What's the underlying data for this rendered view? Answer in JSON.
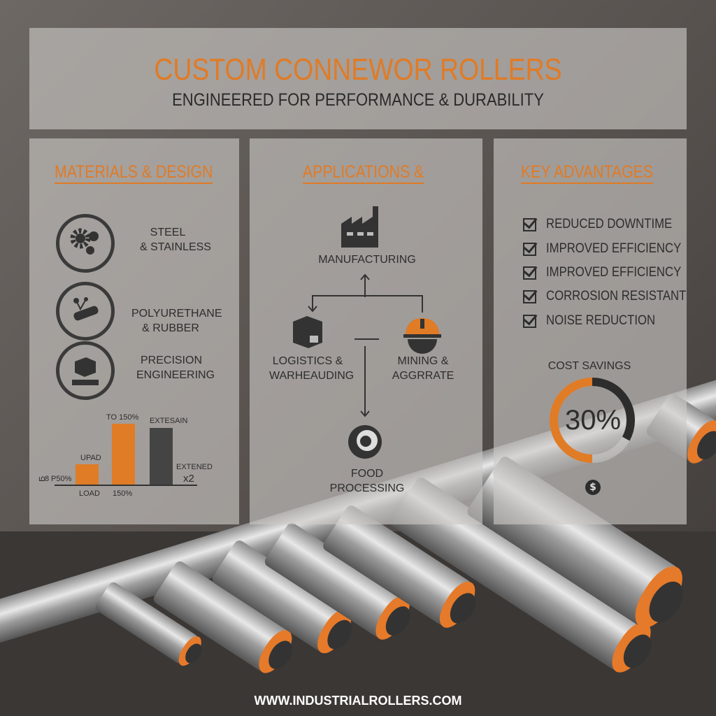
{
  "header": {
    "title": "CUSTOM CONNEWOR ROLLERS",
    "subtitle": "ENGINEERED FOR PERFORMANCE & DURABILITY"
  },
  "materials": {
    "heading": "MATERIALS & DESIGN",
    "items": [
      {
        "icon": "gears-icon",
        "line1": "STEEL",
        "line2": "& STAINLESS"
      },
      {
        "icon": "roller-molecule-icon",
        "line1": "POLYURETHANE",
        "line2": "& RUBBER"
      },
      {
        "icon": "box-icon",
        "line1": "PRECISION",
        "line2": "ENGINEERING"
      }
    ],
    "chart": {
      "labels": {
        "left_small": "ഥ8",
        "left": "P50%",
        "upad": "UPAD",
        "to150": "TO 150%",
        "extesain": "EXTESAIN",
        "extened": "EXTENED",
        "x2": "x2",
        "load": "LOAD",
        "pct150": "150%"
      },
      "bars": [
        {
          "value": 50,
          "color": "#e07b26"
        },
        {
          "value": 150,
          "color": "#e07b26"
        },
        {
          "value": 140,
          "color": "#444444"
        }
      ]
    }
  },
  "applications": {
    "heading": "APPLICATIONS &",
    "nodes": {
      "manufacturing": "MANUFACTURING",
      "logistics1": "LOGISTICS &",
      "logistics2": "WARHEAUDING",
      "mining1": "MINING &",
      "mining2": "AGGRRATE",
      "food1": "FOOD",
      "food2": "PROCESSING"
    }
  },
  "advantages": {
    "heading": "KEY ADVANTAGES",
    "items": [
      "REDUCED DOWNTIME",
      "IMPROVED EFFICIENCY",
      "IMPROVED EFFICIENCY",
      "CORROSION RESISTANT",
      "NOISE REDUCTION"
    ],
    "cost_label": "COST SAVINGS",
    "cost_value": "30%",
    "cost_fraction": 0.3
  },
  "footer": {
    "url": "WWW.INDUSTRIALROLLERS.COM"
  },
  "colors": {
    "accent": "#e07b26",
    "dark": "#2d2d2d"
  }
}
